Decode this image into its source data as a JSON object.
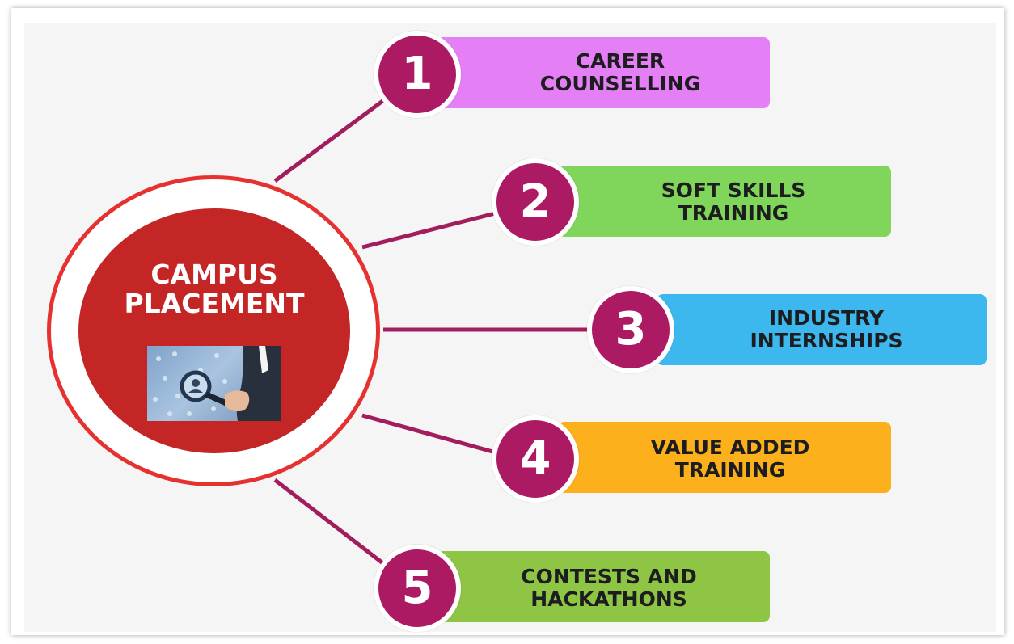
{
  "hub": {
    "title_line1": "CAMPUS",
    "title_line2": "PLACEMENT",
    "color": "#c42626",
    "ring_color": "#e5312f",
    "photo_icon": "magnifier-search-people-icon"
  },
  "connector_color": "#a21d5c",
  "number_color": "#ac1a63",
  "items": [
    {
      "number": "1",
      "line1": "CAREER",
      "line2": "COUNSELLING",
      "color": "#e57ff5"
    },
    {
      "number": "2",
      "line1": "SOFT SKILLS",
      "line2": "TRAINING",
      "color": "#7fd65a"
    },
    {
      "number": "3",
      "line1": "INDUSTRY",
      "line2": "INTERNSHIPS",
      "color": "#3cb8ef"
    },
    {
      "number": "4",
      "line1": "VALUE ADDED",
      "line2": "TRAINING",
      "color": "#fbb01c"
    },
    {
      "number": "5",
      "line1": "CONTESTS AND",
      "line2": "HACKATHONS",
      "color": "#8fc545"
    }
  ]
}
